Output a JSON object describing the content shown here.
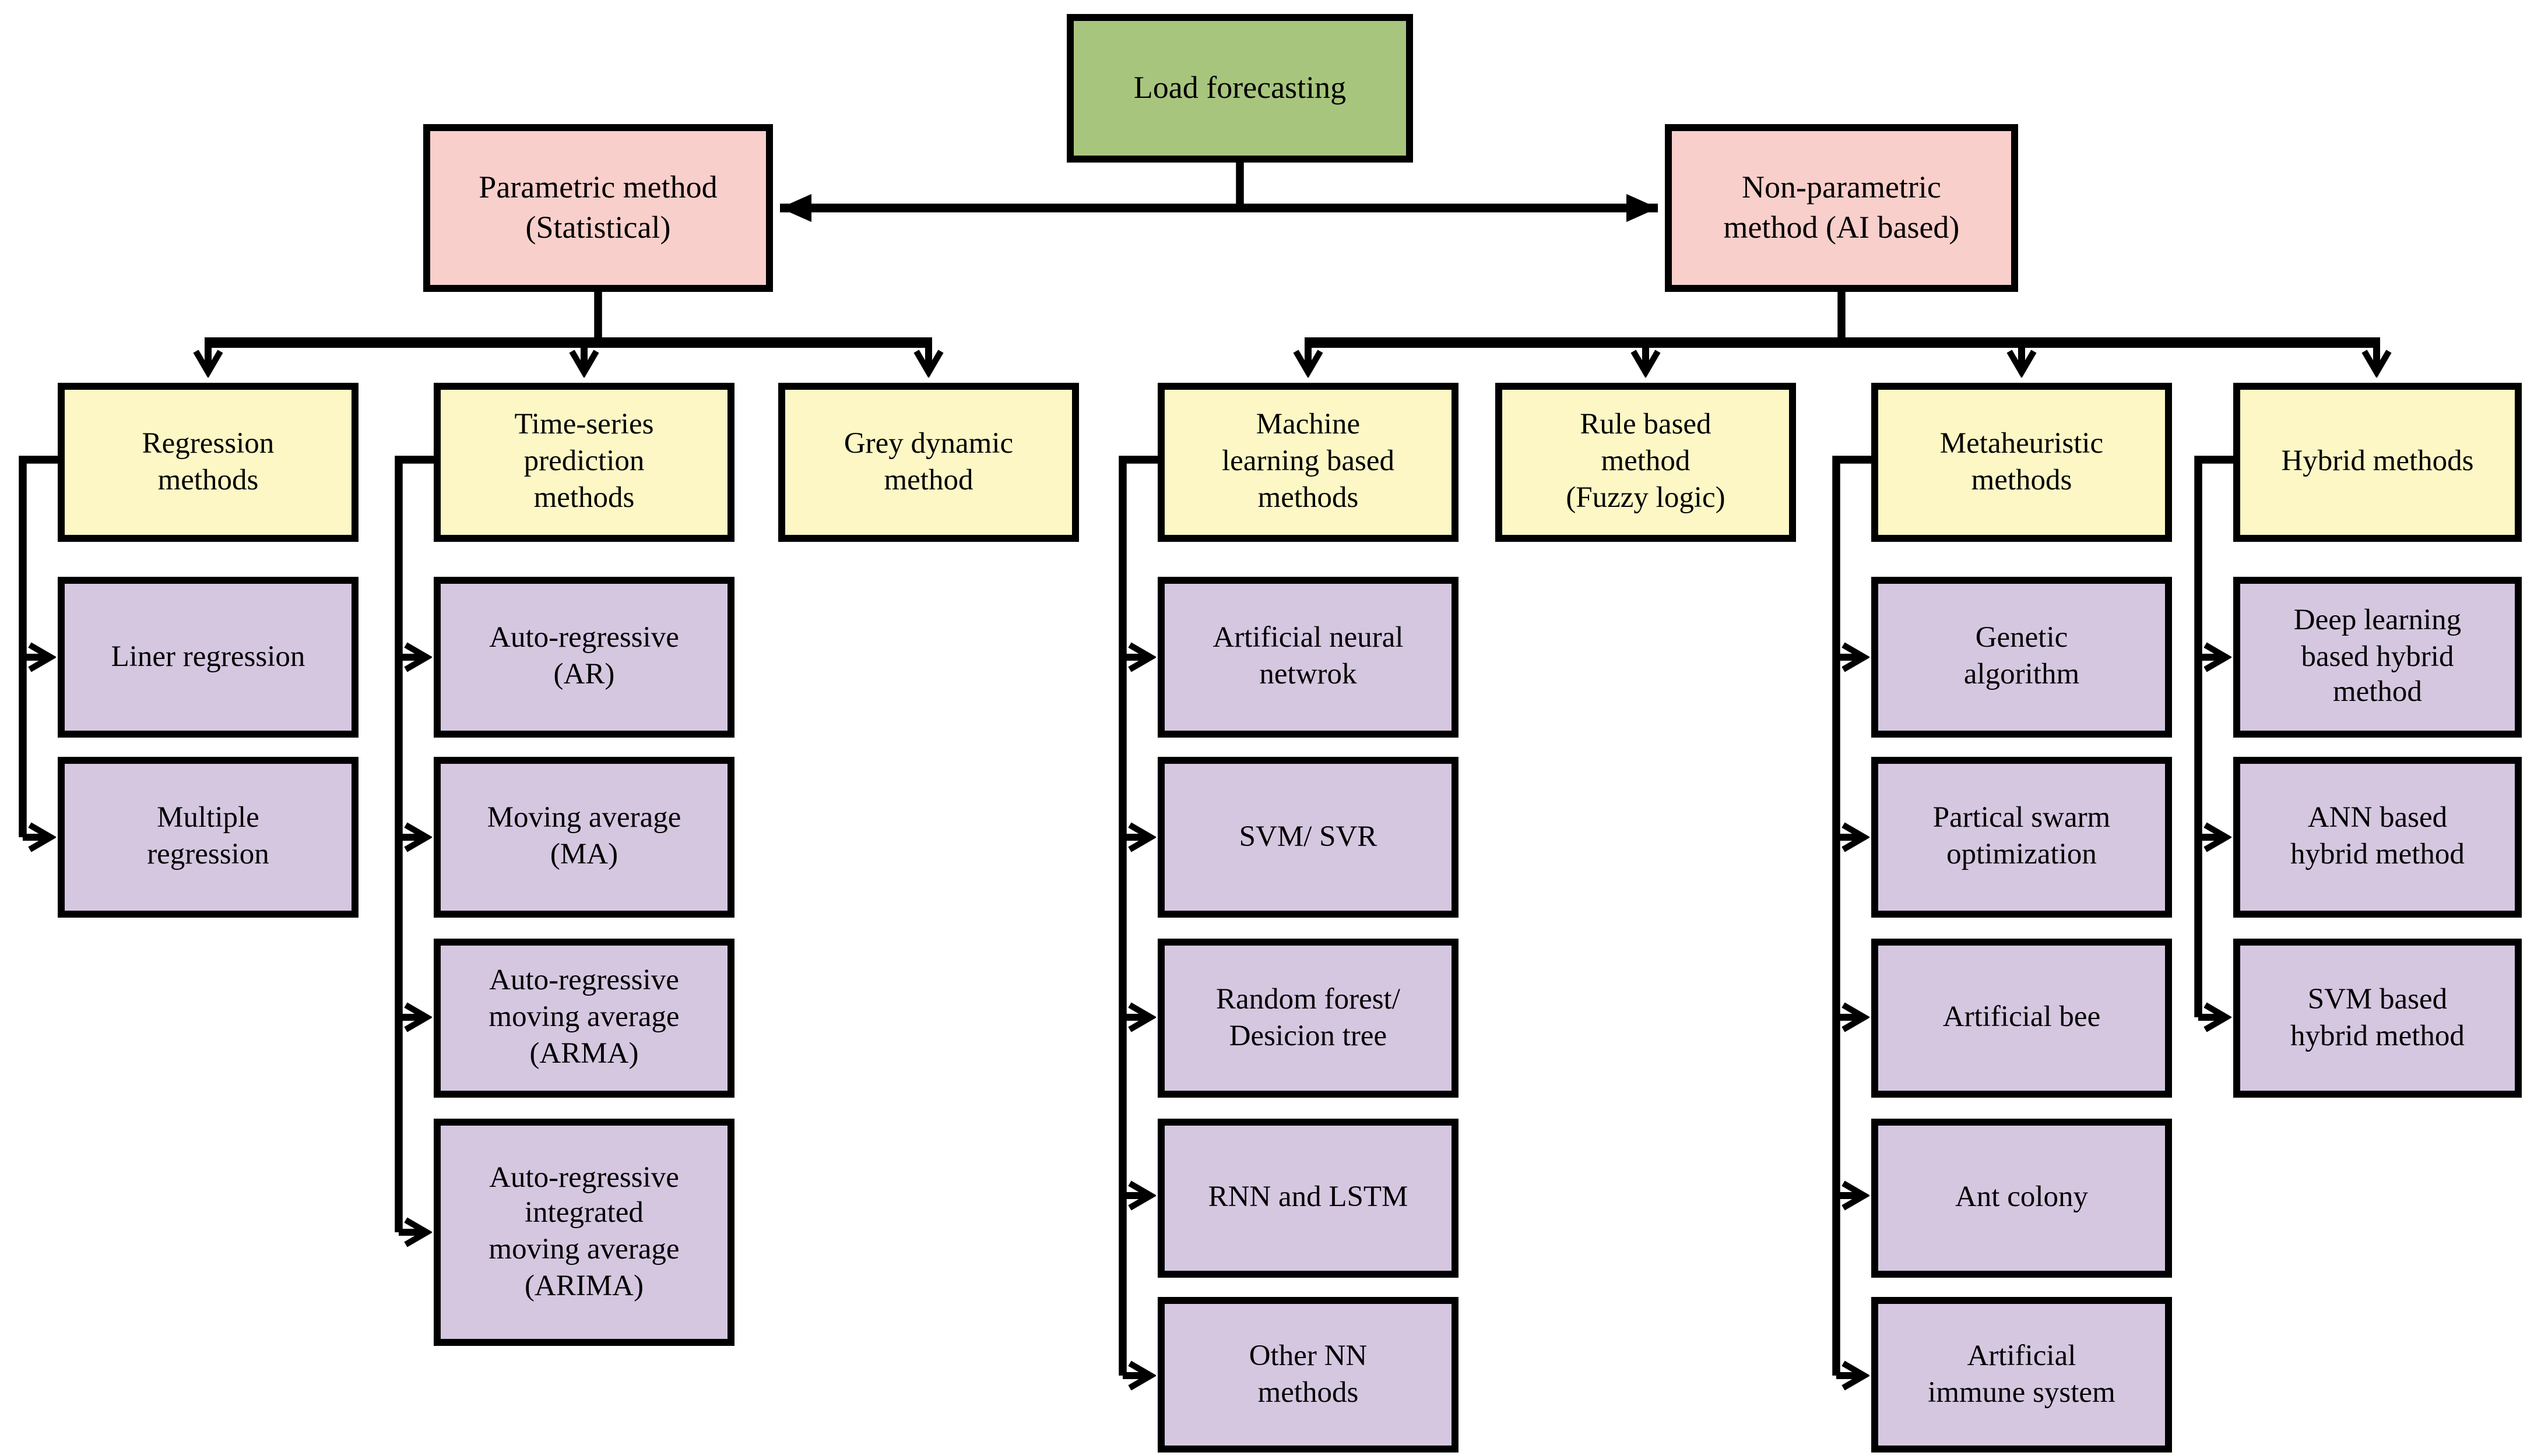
{
  "colors": {
    "root": "#a8c57e",
    "branch": "#f8cfcb",
    "group": "#fcf7c5",
    "leaf": "#d5c7e0",
    "line": "#000000"
  },
  "diagram": {
    "root": {
      "label": "Load forecasting"
    },
    "branches": [
      {
        "label": "Parametric method\n(Statistical)",
        "groups": [
          {
            "label": "Regression\nmethods",
            "children": [
              "Liner regression",
              "Multiple\nregression"
            ]
          },
          {
            "label": "Time-series\nprediction\nmethods",
            "children": [
              "Auto-regressive\n(AR)",
              "Moving average\n(MA)",
              "Auto-regressive\nmoving average\n(ARMA)",
              "Auto-regressive\nintegrated\nmoving average\n(ARIMA)"
            ]
          },
          {
            "label": "Grey dynamic\nmethod",
            "children": []
          }
        ]
      },
      {
        "label": "Non-parametric\nmethod (AI based)",
        "groups": [
          {
            "label": "Machine\nlearning based\nmethods",
            "children": [
              "Artificial neural\nnetwrok",
              "SVM/ SVR",
              "Random forest/\nDesicion tree",
              "RNN and LSTM",
              "Other NN\nmethods"
            ]
          },
          {
            "label": "Rule based\nmethod\n(Fuzzy logic)",
            "children": []
          },
          {
            "label": "Metaheuristic\nmethods",
            "children": [
              "Genetic\nalgorithm",
              "Partical swarm\noptimization",
              "Artificial bee",
              "Ant colony",
              "Artificial\nimmune system"
            ]
          },
          {
            "label": "Hybrid methods",
            "children": [
              "Deep learning\nbased hybrid\nmethod",
              "ANN based\nhybrid method",
              "SVM based\nhybrid method"
            ]
          }
        ]
      }
    ]
  }
}
